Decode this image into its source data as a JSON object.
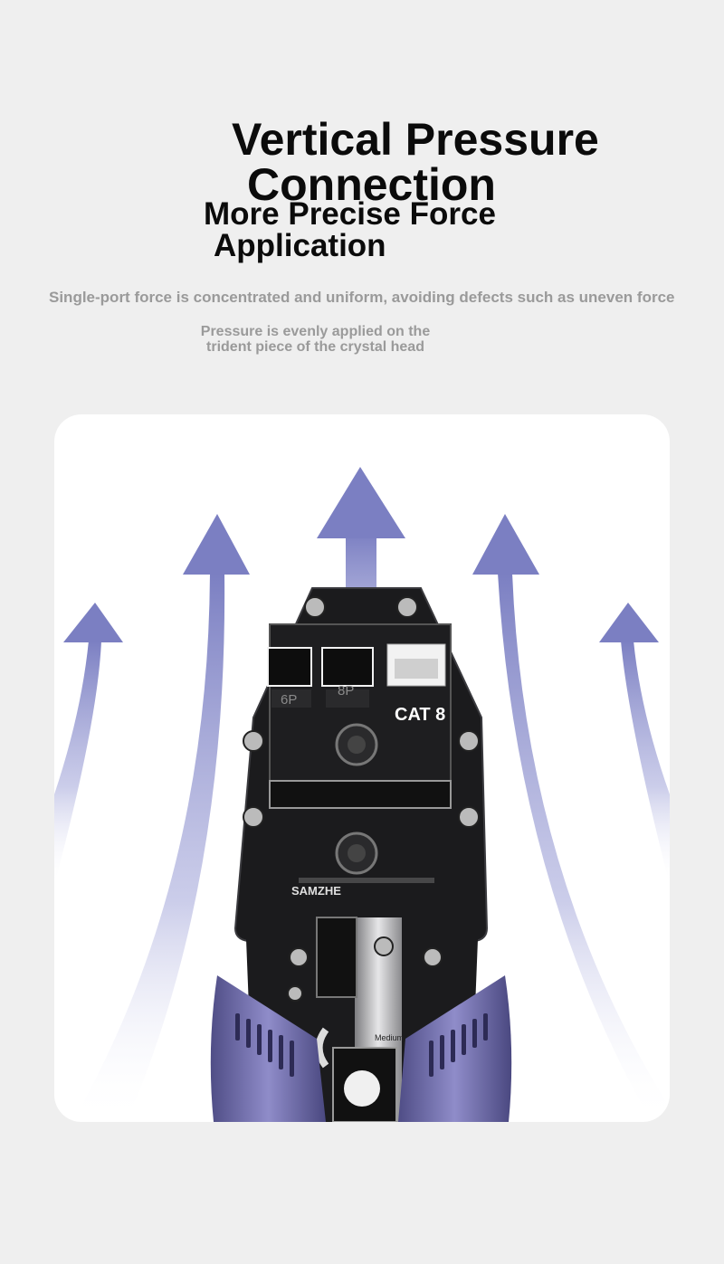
{
  "headline": {
    "line1": "Vertical Pressure",
    "line2": "Connection",
    "sub_line1": "More Precise Force",
    "sub_line2": "Application"
  },
  "description": "Single-port force is concentrated and uniform, avoiding defects such as uneven force",
  "note": {
    "line1": "Pressure is evenly applied on the",
    "line2": "trident piece of the crystal head"
  },
  "product": {
    "port_6p": "6P",
    "port_8p": "8P",
    "cable_label": "CAT 8",
    "brand": "SAMZHE",
    "die_label": "Medium"
  },
  "colors": {
    "arrow": "#7b7fc2",
    "handle": "#6c6aa6",
    "tool_body": "#1b1b1d"
  }
}
